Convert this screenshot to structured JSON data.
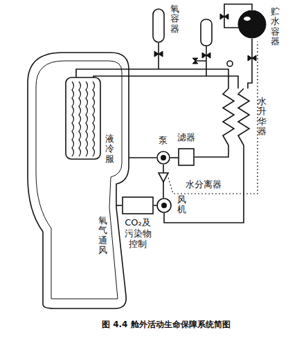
{
  "diagram": {
    "caption": "图 4.4 舱外活动生命保障系统简图",
    "nodes": [
      {
        "text": [
          "氧容器"
        ]
      },
      {
        "text": [
          "贮水容器"
        ]
      },
      {
        "text": [
          "水升华器"
        ]
      },
      {
        "text": [
          "滤器"
        ]
      },
      {
        "text": [
          "泵"
        ]
      },
      {
        "text": [
          "风机"
        ]
      },
      {
        "text": [
          "CO₂及 污染物 控制"
        ]
      }
    ],
    "edges": [
      {
        "from": 4,
        "to": 3,
        "arrow": "none"
      },
      {
        "from": 3,
        "to": 2,
        "arrow": "none"
      },
      {
        "from": 6,
        "to": 5,
        "arrow": "none"
      },
      {
        "from": 5,
        "to": 2,
        "arrow": "none"
      }
    ],
    "labels": [
      "液冷服",
      "水分离器",
      "氧气通风"
    ]
  }
}
